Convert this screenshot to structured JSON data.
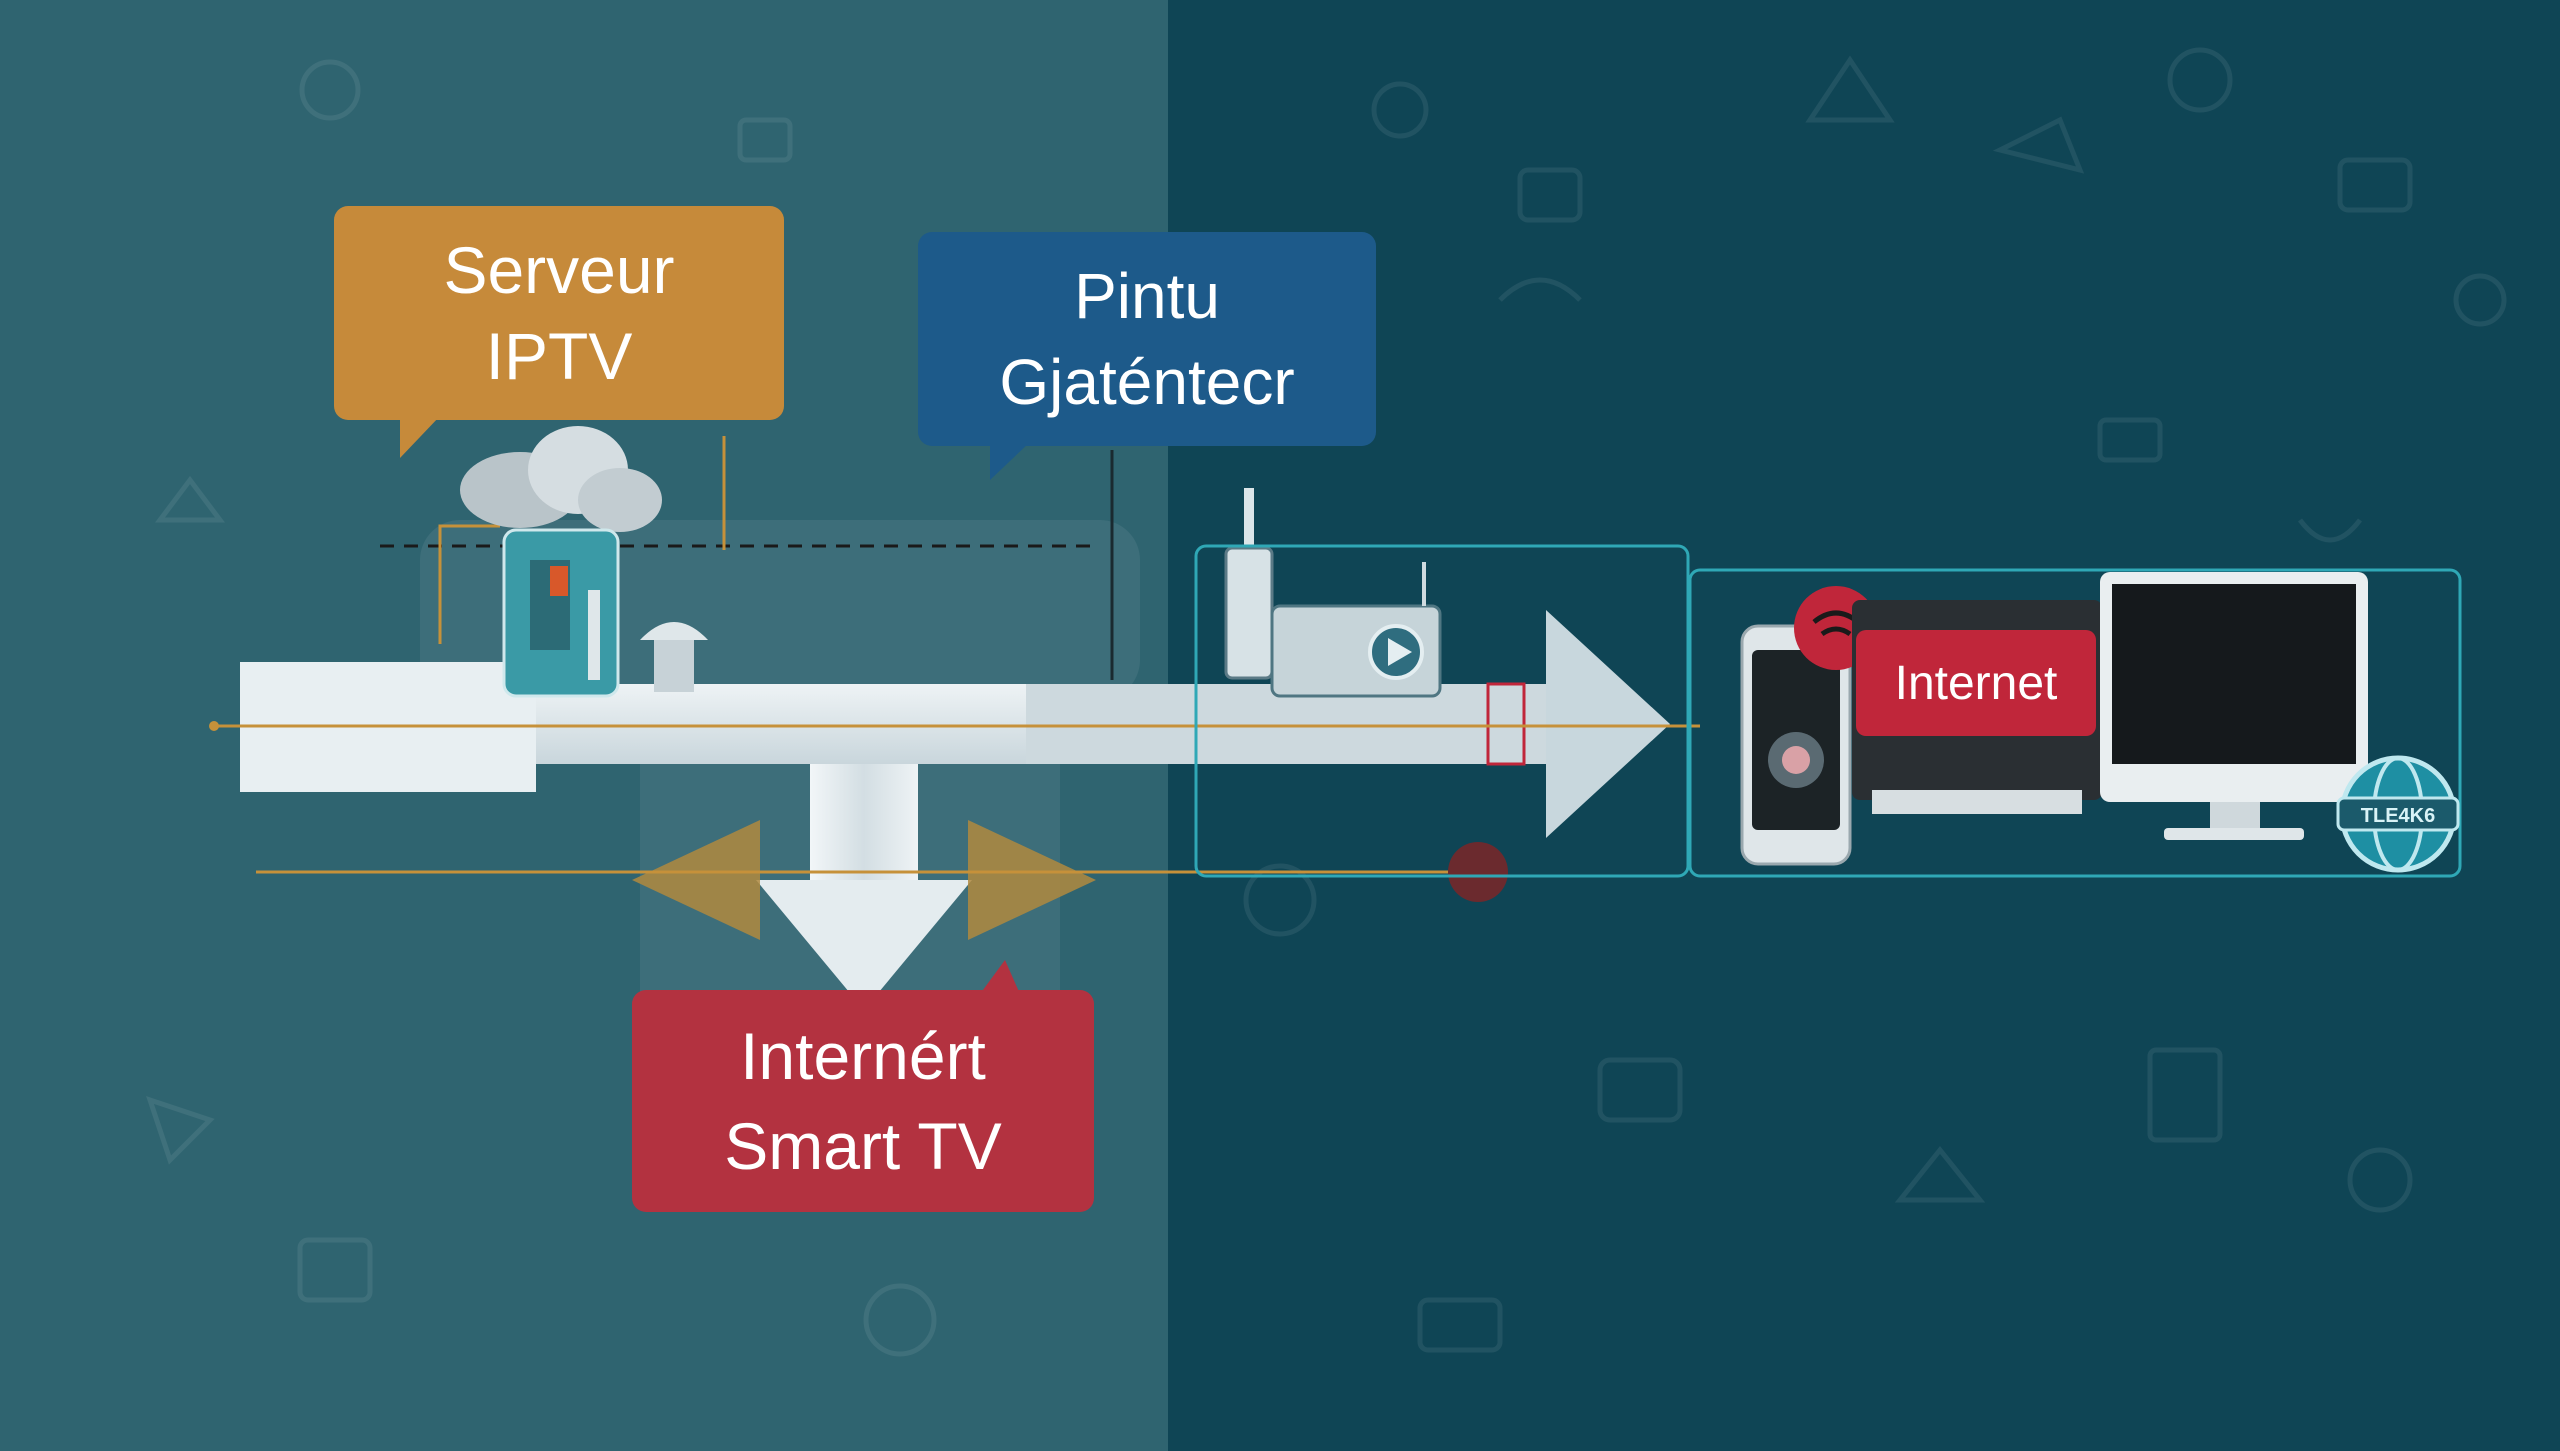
{
  "colors": {
    "bg_left": "#2f6470",
    "bg_right": "#0f4555",
    "server_bubble": "#c68a3a",
    "gateway_bubble": "#1d5a8a",
    "smarttv_bubble": "#b33240",
    "internet_box": "#c0263a",
    "pipe": "#dde6ea",
    "accent_line": "#c6913a",
    "frame_line": "#2fa8b6"
  },
  "labels": {
    "server_line1": "Serveur",
    "server_line2": "IPTV",
    "gateway_line1": "Pintu",
    "gateway_line2": "Gjaténtecr",
    "smarttv_line1": "Internért",
    "smarttv_line2": "Smart TV",
    "internet": "Internet",
    "globe_text": "TLE4K6"
  },
  "icons": [
    "cloud-icon",
    "server-rack-icon",
    "lamp-icon",
    "antenna-tower-icon",
    "router-icon",
    "play-icon",
    "smartphone-icon",
    "wifi-signal-icon",
    "desktop-monitor-icon",
    "globe-icon"
  ]
}
